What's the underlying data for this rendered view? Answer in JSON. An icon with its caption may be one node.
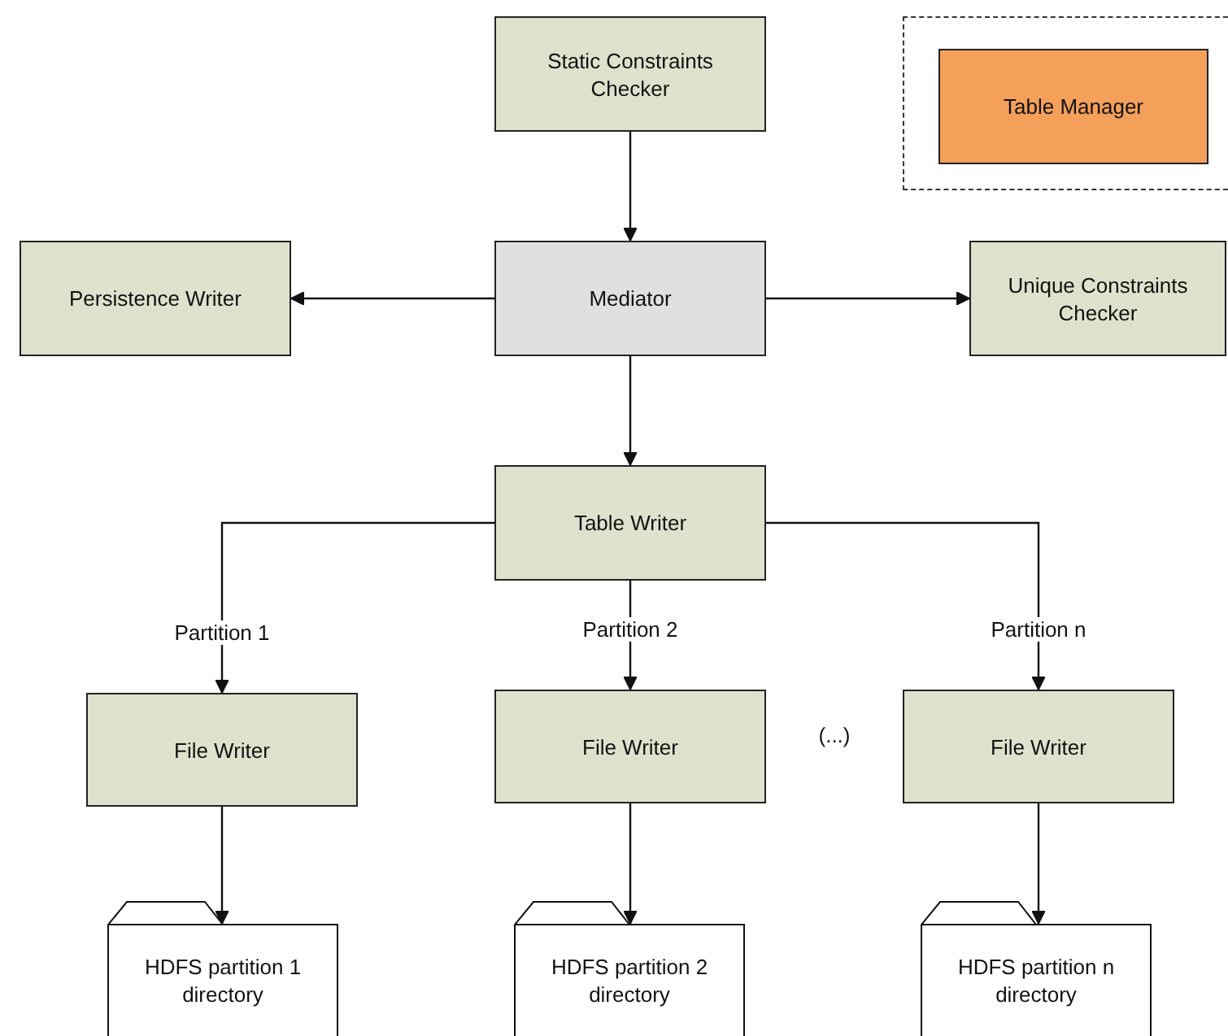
{
  "diagram": {
    "nodes": [
      {
        "text": [
          "Static Constraints Checker"
        ]
      },
      {
        "text": [],
        "shape": "box"
      },
      {
        "text": [
          "Table Manager"
        ],
        "in": 1
      },
      {
        "text": [
          "Persistence Writer"
        ]
      },
      {
        "text": [
          "Mediator"
        ]
      },
      {
        "text": [
          "Unique Constraints Checker"
        ]
      },
      {
        "text": [
          "Table Writer"
        ]
      },
      {
        "text": [
          "File Writer"
        ]
      },
      {
        "text": [
          "File Writer"
        ]
      },
      {
        "text": [
          "File Writer"
        ]
      },
      {
        "text": [
          "HDFS partition 1 directory"
        ]
      },
      {
        "text": [
          "HDFS partition 2 directory"
        ]
      },
      {
        "text": [
          "HDFS partition n directory"
        ]
      }
    ],
    "edges": [
      {
        "from": 0,
        "to": 4,
        "arrow": "to"
      },
      {
        "from": 4,
        "to": 3,
        "arrow": "to"
      },
      {
        "from": 4,
        "to": 5,
        "arrow": "to"
      },
      {
        "from": 4,
        "to": 6,
        "arrow": "to"
      },
      {
        "from": 6,
        "to": 7,
        "arrow": "to",
        "label": "Partition 1"
      },
      {
        "from": 6,
        "to": 8,
        "arrow": "to",
        "label": "Partition 2"
      },
      {
        "from": 6,
        "to": 9,
        "arrow": "to",
        "label": "Partition n"
      },
      {
        "from": 7,
        "to": 10,
        "arrow": "to"
      },
      {
        "from": 8,
        "to": 11,
        "arrow": "to"
      },
      {
        "from": 9,
        "to": 12,
        "arrow": "to"
      }
    ],
    "labels": [
      "(...)"
    ]
  }
}
